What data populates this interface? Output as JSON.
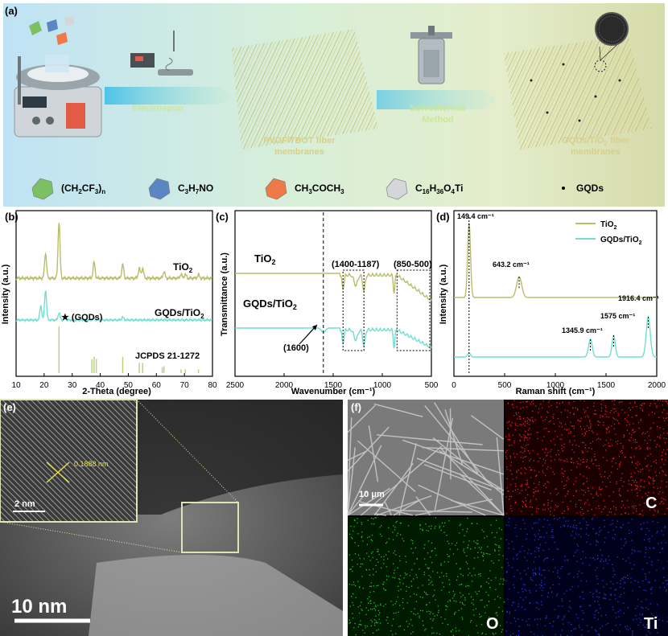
{
  "panel_a": {
    "label": "(a)",
    "arrows": [
      "Electrospun",
      "Solvothermal",
      "Method"
    ],
    "products": [
      {
        "line1": "PVDF/TBOT fiber",
        "line2": "membranes"
      },
      {
        "line1": "GQDs/TiO",
        "sub": "2",
        "line1b": " fiber",
        "line2": "membranes"
      }
    ],
    "legend": [
      {
        "color": "#7cc063",
        "text": "(CH",
        "parts": [
          [
            "(CH",
            ""
          ],
          [
            "2",
            true
          ],
          [
            "CF",
            ""
          ],
          [
            "3",
            true
          ],
          [
            ")",
            ""
          ],
          [
            "n",
            true
          ]
        ]
      },
      {
        "color": "#5b86c4",
        "parts": [
          [
            "C",
            ""
          ],
          [
            "3",
            true
          ],
          [
            "H",
            ""
          ],
          [
            "7",
            true
          ],
          [
            "NO",
            ""
          ]
        ]
      },
      {
        "color": "#ee7a48",
        "parts": [
          [
            "CH",
            ""
          ],
          [
            "3",
            true
          ],
          [
            "COCH",
            ""
          ],
          [
            "3",
            true
          ]
        ]
      },
      {
        "color": "#d4d6da",
        "parts": [
          [
            "C",
            ""
          ],
          [
            "16",
            true
          ],
          [
            "H",
            ""
          ],
          [
            "36",
            true
          ],
          [
            "O",
            ""
          ],
          [
            "4",
            true
          ],
          [
            "Ti",
            ""
          ]
        ]
      },
      {
        "color": "#000000",
        "dot": true,
        "parts": [
          [
            "GQDs",
            ""
          ]
        ]
      }
    ]
  },
  "chart_data": [
    {
      "type": "line",
      "panel": "(b)",
      "xlabel": "2-Theta (degree)",
      "ylabel": "Intensity (a.u.)",
      "xlim": [
        10,
        80
      ],
      "xticks": [
        10,
        20,
        30,
        40,
        50,
        60,
        70,
        80
      ],
      "series": [
        {
          "name": "TiO2",
          "color": "#b9bd6a",
          "peaks": [
            [
              20.5,
              0.45
            ],
            [
              25.3,
              1.0
            ],
            [
              37.8,
              0.28
            ],
            [
              48.0,
              0.25
            ],
            [
              53.9,
              0.18
            ],
            [
              55.1,
              0.18
            ],
            [
              62.7,
              0.12
            ],
            [
              68.8,
              0.07
            ],
            [
              70.3,
              0.07
            ],
            [
              75.0,
              0.06
            ]
          ]
        },
        {
          "name": "GQDs/TiO2",
          "color": "#6fe0cf",
          "peaks": [
            [
              18.8,
              0.35
            ],
            [
              20.5,
              0.75
            ],
            [
              25.3,
              0.18
            ],
            [
              27.5,
              0.04
            ],
            [
              37.8,
              0.06
            ],
            [
              48.0,
              0.07
            ]
          ]
        }
      ],
      "reference": {
        "name": "JCPDS 21-1272",
        "color": "#b9cf7d",
        "lines": [
          [
            25.3,
            1.0
          ],
          [
            37.0,
            0.3
          ],
          [
            37.8,
            0.35
          ],
          [
            38.6,
            0.3
          ],
          [
            48.0,
            0.35
          ],
          [
            53.9,
            0.22
          ],
          [
            55.1,
            0.22
          ],
          [
            62.1,
            0.12
          ],
          [
            62.7,
            0.15
          ],
          [
            68.8,
            0.08
          ],
          [
            70.3,
            0.08
          ],
          [
            75.0,
            0.08
          ]
        ]
      },
      "annotations": [
        "TiO",
        "GQDs/TiO",
        "★ (GQDs)",
        "JCPDS 21-1272"
      ]
    },
    {
      "type": "line",
      "panel": "(c)",
      "xlabel": "Wavenumber (cm⁻¹)",
      "ylabel": "Transmittance (a.u.)",
      "xlim": [
        2500,
        500
      ],
      "xticks": [
        2500,
        2000,
        1500,
        1000,
        500
      ],
      "series": [
        {
          "name": "TiO2",
          "color": "#b9bd6a"
        },
        {
          "name": "GQDs/TiO2",
          "color": "#6fe0cf"
        }
      ],
      "annotations": [
        "(1400-1187)",
        "(850-500)",
        "(1600)"
      ],
      "vline": 1600
    },
    {
      "type": "line",
      "panel": "(d)",
      "xlabel": "Raman shift (cm⁻¹)",
      "ylabel": "Intensity (a.u.)",
      "xlim": [
        0,
        2000
      ],
      "xticks": [
        0,
        500,
        1000,
        1500,
        2000
      ],
      "series": [
        {
          "name": "TiO2",
          "color": "#b9bd6a",
          "peaks": [
            [
              149.4,
              1.0
            ],
            [
              643.2,
              0.28
            ]
          ]
        },
        {
          "name": "GQDs/TiO2",
          "color": "#6fe0cf",
          "peaks": [
            [
              149.4,
              0.05
            ],
            [
              1345.9,
              0.22
            ],
            [
              1575,
              0.27
            ],
            [
              1916.4,
              0.5
            ]
          ]
        }
      ],
      "annotations": [
        "149.4 cm⁻¹",
        "643.2 cm⁻¹",
        "1345.9 cm⁻¹",
        "1575 cm⁻¹",
        "1916.4 cm⁻¹"
      ]
    }
  ],
  "panel_e": {
    "label": "(e)",
    "scale_main": "10 nm",
    "scale_inset": "2 nm",
    "d_spacing": "0.1888 nm"
  },
  "panel_f": {
    "label": "(f)",
    "scale": "10 μm",
    "maps": [
      "C",
      "O",
      "Ti"
    ]
  },
  "labels": {
    "b": "(b)",
    "c": "(c)",
    "d": "(d)",
    "tio2_sub": "2"
  }
}
